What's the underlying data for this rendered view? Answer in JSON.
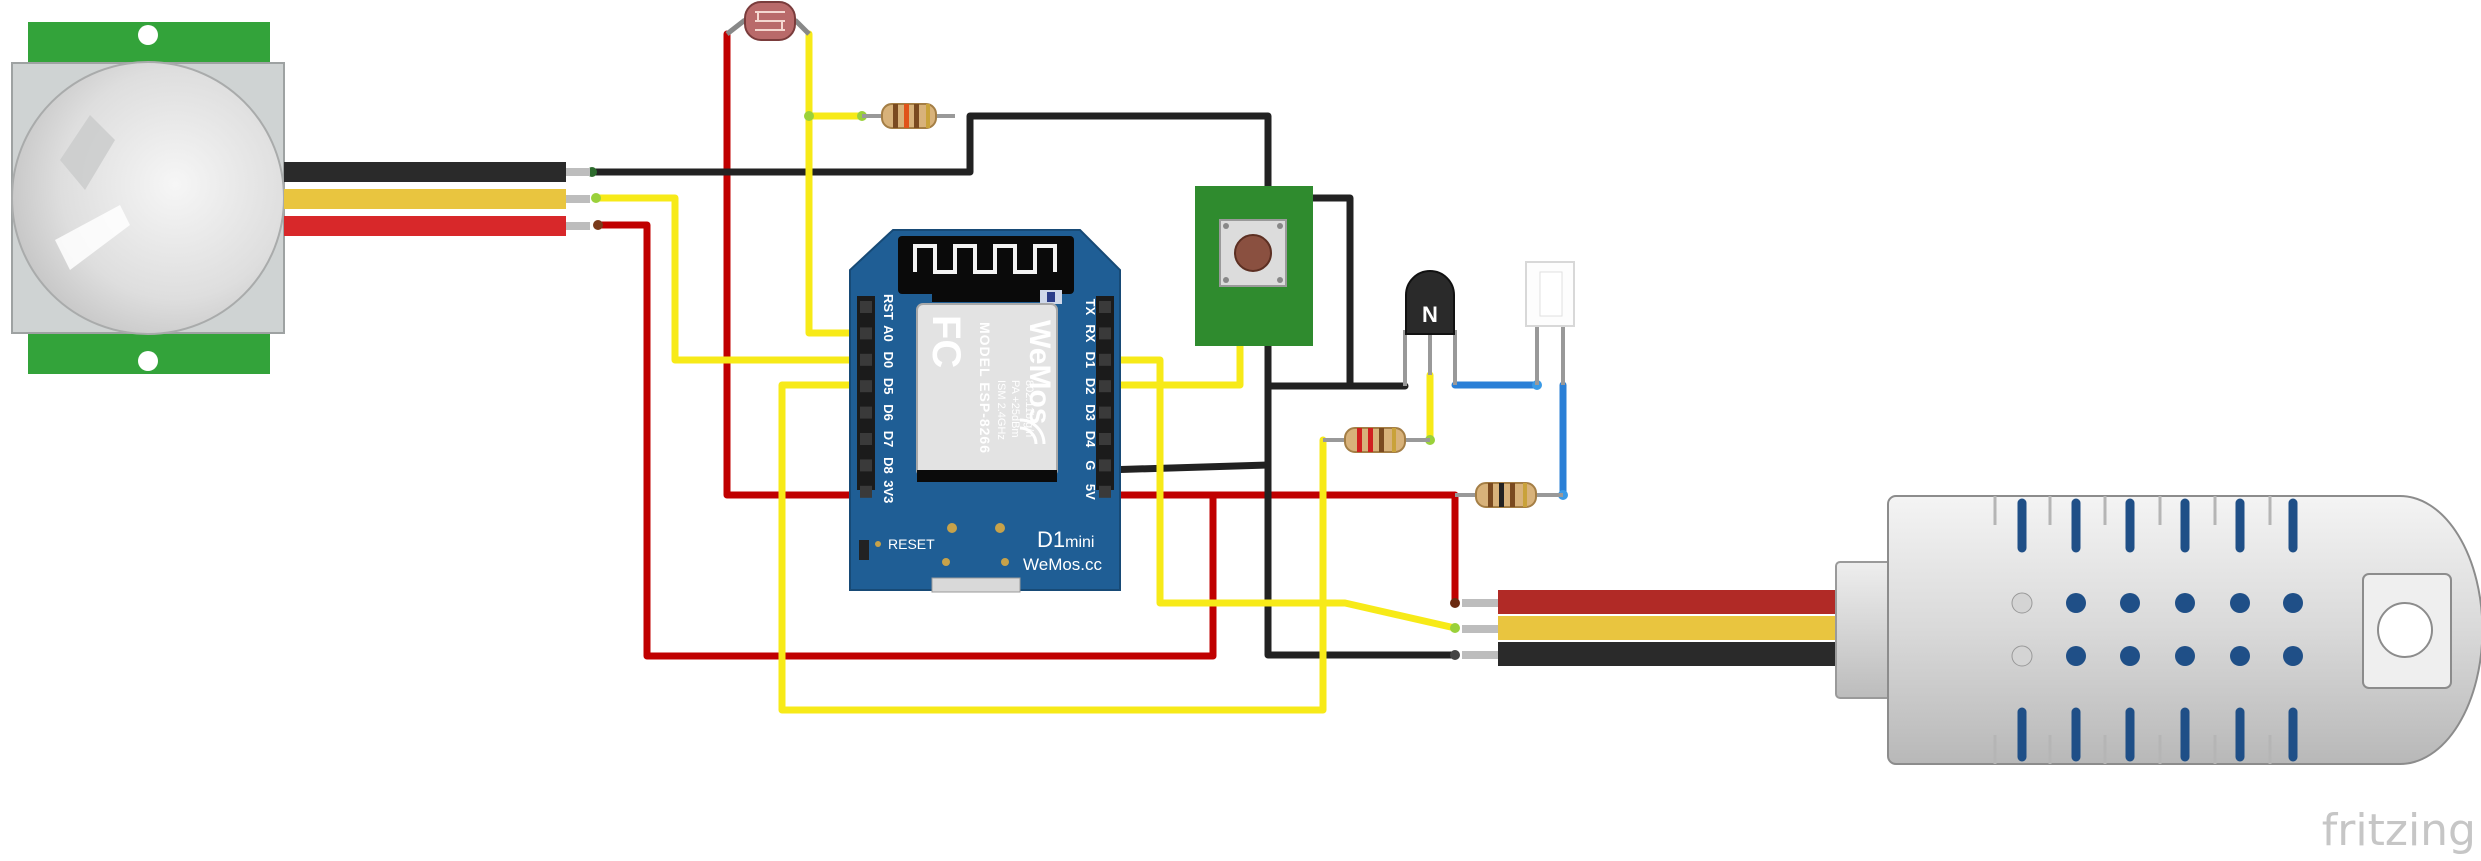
{
  "board": {
    "left_pins": [
      "RST",
      "A0",
      "D0",
      "D5",
      "D6",
      "D7",
      "D8",
      "3V3"
    ],
    "right_pins": [
      "TX",
      "RX",
      "D1",
      "D2",
      "D3",
      "D4",
      "G",
      "5V"
    ],
    "brand": "WeMos",
    "model_line": "MODEL  ESP-8266",
    "spec_lines": [
      "ISM 2.4GHz",
      "PA +25dBm",
      "802.11b/g/n"
    ],
    "fcc": "FC",
    "reset_label": "RESET",
    "name": "D1",
    "name_suffix": "mini",
    "site": "WeMos.cc"
  },
  "transistor_label": "N",
  "watermark": "fritzing",
  "colors": {
    "wire_red": "#c00000",
    "wire_yellow": "#f7ea18",
    "wire_black": "#222222",
    "wire_blue": "#2a7fd6",
    "board_blue": "#1f5e95",
    "pcb_green": "#2f8b2e",
    "pir_green": "#33a33a"
  }
}
